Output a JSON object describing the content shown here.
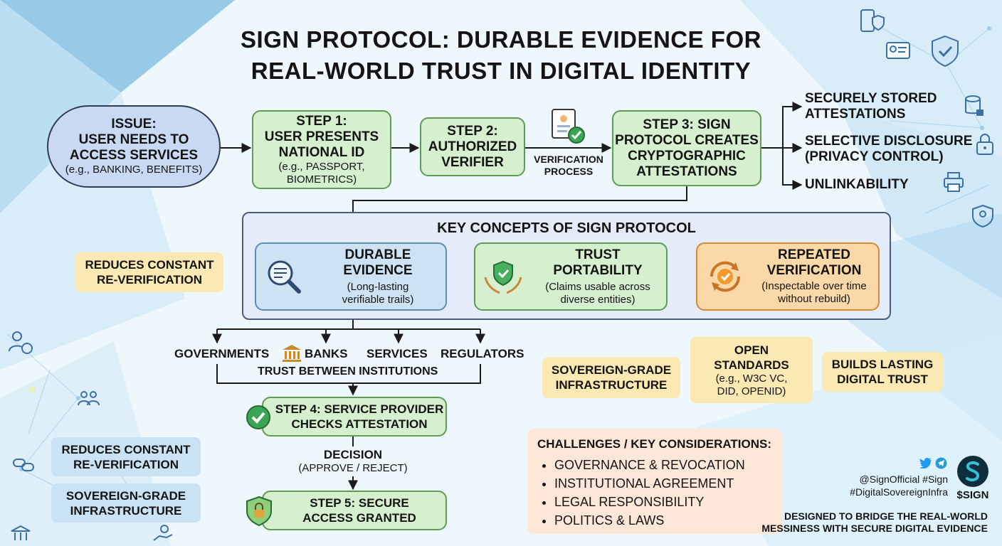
{
  "title": {
    "line1": "SIGN PROTOCOL: DURABLE EVIDENCE FOR",
    "line2": "REAL-WORLD TRUST IN DIGITAL IDENTITY"
  },
  "issue": {
    "heading": "ISSUE:",
    "line1": "USER NEEDS TO",
    "line2": "ACCESS SERVICES",
    "sub": "(e.g., BANKING, BENEFITS)"
  },
  "step1": {
    "line1": "STEP 1:",
    "line2": "USER PRESENTS",
    "line3": "NATIONAL ID",
    "sub1": "(e.g., PASSPORT,",
    "sub2": "BIOMETRICS)"
  },
  "step2": {
    "line1": "STEP 2:",
    "line2": "AUTHORIZED",
    "line3": "VERIFIER"
  },
  "verification": {
    "line1": "VERIFICATION",
    "line2": "PROCESS"
  },
  "step3": {
    "line1": "STEP 3: SIGN",
    "line2": "PROTOCOL CREATES",
    "line3": "CRYPTOGRAPHIC",
    "line4": "ATTESTATIONS"
  },
  "outputs": {
    "stored1": "SECURELY STORED",
    "stored2": "ATTESTATIONS",
    "selective1": "SELECTIVE DISCLOSURE",
    "selective2": "(PRIVACY CONTROL)",
    "unlink": "UNLINKABILITY"
  },
  "concepts": {
    "heading": "KEY CONCEPTS OF SIGN PROTOCOL",
    "durable": {
      "title": "DURABLE EVIDENCE",
      "sub1": "(Long-lasting",
      "sub2": "verifiable trails)"
    },
    "portability": {
      "title": "TRUST PORTABILITY",
      "sub1": "(Claims usable across",
      "sub2": "diverse entities)"
    },
    "repeated": {
      "title1": "REPEATED",
      "title2": "VERIFICATION",
      "sub1": "(Inspectable over time",
      "sub2": "without rebuild)"
    }
  },
  "side": {
    "reduces1_a": "REDUCES CONSTANT",
    "reduces1_b": "RE-VERIFICATION",
    "reduces2_a": "REDUCES CONSTANT",
    "reduces2_b": "RE-VERIFICATION",
    "sovereign1_a": "SOVEREIGN-GRADE",
    "sovereign1_b": "INFRASTRUCTURE",
    "sovereign2_a": "SOVEREIGN-GRADE",
    "sovereign2_b": "INFRASTRUCTURE",
    "open_a": "OPEN",
    "open_b": "STANDARDS",
    "open_sub1": "(e.g., W3C VC,",
    "open_sub2": "DID, OPENID)",
    "builds_a": "BUILDS LASTING",
    "builds_b": "DIGITAL TRUST"
  },
  "institutions": {
    "governments": "GOVERNMENTS",
    "banks": "BANKS",
    "services": "SERVICES",
    "regulators": "REGULATORS",
    "trust": "TRUST BETWEEN INSTITUTIONS"
  },
  "step4": {
    "line1": "STEP 4: SERVICE PROVIDER",
    "line2": "CHECKS ATTESTATION"
  },
  "decision": {
    "title": "DECISION",
    "sub": "(APPROVE / REJECT)"
  },
  "step5": {
    "line1": "STEP 5: SECURE",
    "line2": "ACCESS GRANTED"
  },
  "challenges": {
    "heading": "CHALLENGES / KEY CONSIDERATIONS:",
    "items": [
      "GOVERNANCE & REVOCATION",
      "INSTITUTIONAL AGREEMENT",
      "LEGAL RESPONSIBILITY",
      "POLITICS & LAWS"
    ]
  },
  "social": {
    "handle": "@SignOfficial  #Sign",
    "tag": "#DigitalSovereignInfra",
    "brand": "$SIGN"
  },
  "tagline": {
    "line1": "DESIGNED TO BRIDGE THE REAL-WORLD",
    "line2": "MESSINESS WITH SECURE DIGITAL EVIDENCE"
  },
  "colors": {
    "green": "#d6efcf",
    "blue": "#cde3f3",
    "orange": "#fbd8a7",
    "yellow": "#fbe9b3",
    "peach": "#fce7d8",
    "accent_green": "#3aa655"
  }
}
